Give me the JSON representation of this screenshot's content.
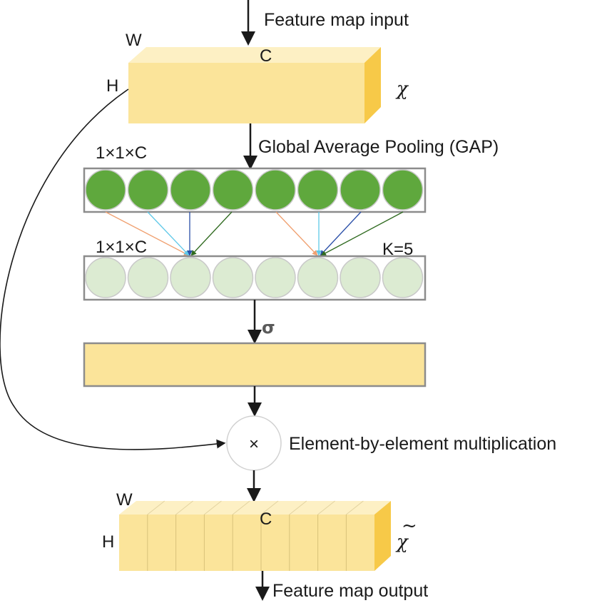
{
  "diagram": {
    "input_label": "Feature map input",
    "output_label": "Feature map output",
    "input_block": {
      "w_label": "W",
      "c_label": "C",
      "h_label": "H",
      "symbol": "𝜒"
    },
    "gap_label": "Global Average Pooling (GAP)",
    "gap_dim_label": "1×1×C",
    "conv_dim_label": "1×1×C",
    "kernel_label": "K=5",
    "sigma_label": "σ",
    "multiply_symbol": "×",
    "multiply_label": "Element-by-element multiplication",
    "output_block": {
      "w_label": "W",
      "c_label": "C",
      "h_label": "H",
      "symbol": "𝜒",
      "tilde": "~"
    }
  },
  "colors": {
    "block_fill": "#fbe49a",
    "block_top": "#fdf0c4",
    "block_side": "#f7c948",
    "gap_circle": "#5fa83d",
    "conv_circle": "#dcebd2",
    "arrow": "#1a1a1a",
    "kernel_line_colors": [
      "#f0a070",
      "#5ec8e8",
      "#2a4fa8",
      "#2f6a1f"
    ]
  }
}
